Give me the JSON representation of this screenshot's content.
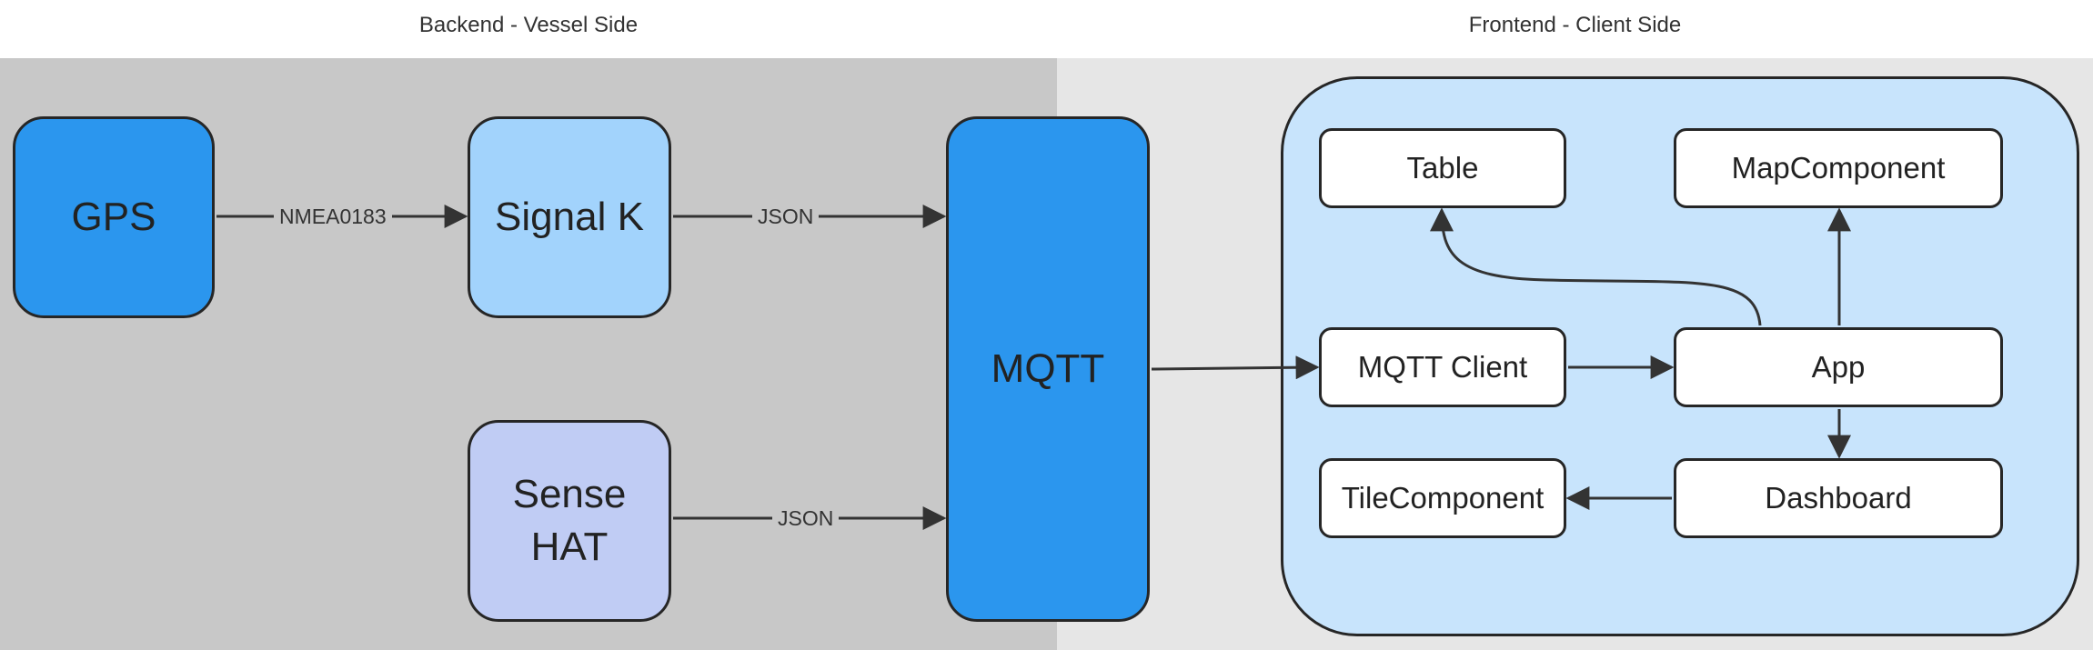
{
  "sections": {
    "backend": "Backend - Vessel Side",
    "frontend": "Frontend - Client Side"
  },
  "nodes": {
    "gps": "GPS",
    "signalk": "Signal K",
    "sensehat_line1": "Sense",
    "sensehat_line2": "HAT",
    "mqtt": "MQTT",
    "table": "Table",
    "map": "MapComponent",
    "mqtt_client": "MQTT Client",
    "app": "App",
    "tile": "TileComponent",
    "dashboard": "Dashboard"
  },
  "edges": {
    "gps_to_signalk": "NMEA0183",
    "signalk_to_mqtt": "JSON",
    "sensehat_to_mqtt": "JSON"
  },
  "colors": {
    "backend_bg": "#c8c8c8",
    "frontend_bg": "#e6e6e6",
    "client_container": "#c8e4fc",
    "gps": "#2b96ee",
    "signalk": "#a2d3fc",
    "sensehat": "#c0ccf4",
    "mqtt": "#2b96ee"
  }
}
